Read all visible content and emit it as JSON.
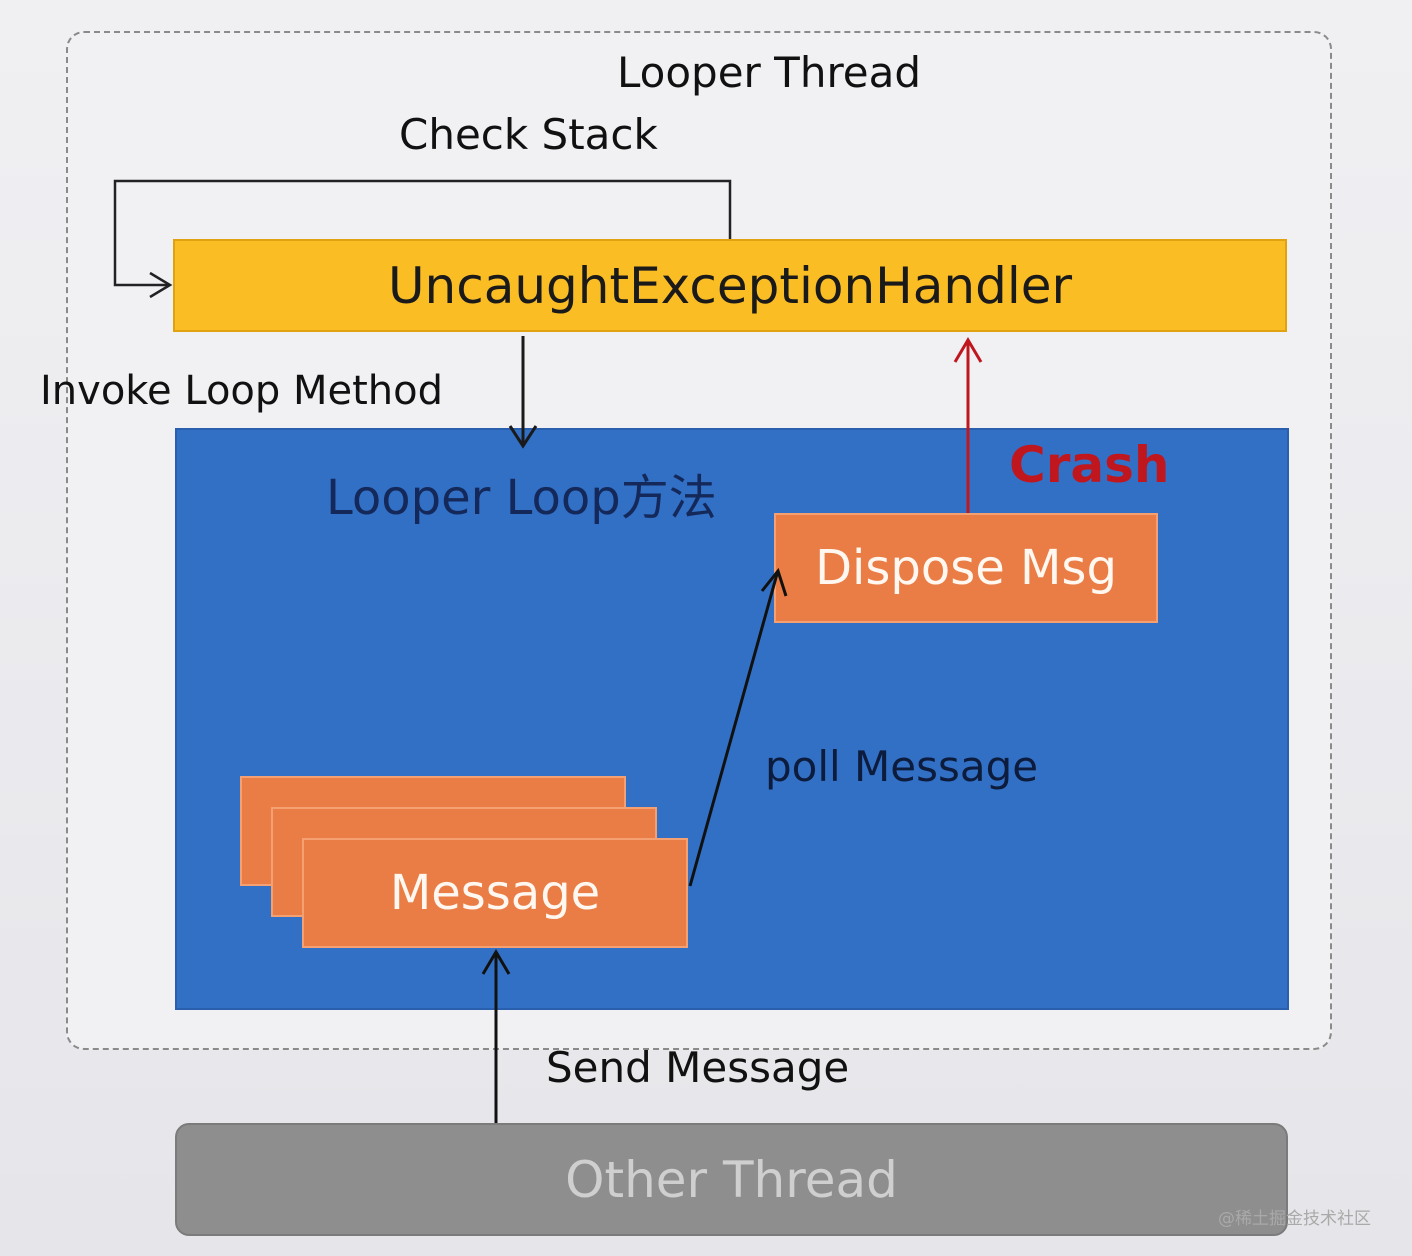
{
  "diagram": {
    "thread_label": "Looper Thread",
    "check_stack_label": "Check Stack",
    "handler_label": "UncaughtExceptionHandler",
    "invoke_label": "Invoke Loop Method",
    "loop_label": "Looper Loop方法",
    "crash_label": "Crash",
    "dispose_label": "Dispose Msg",
    "poll_label": "poll Message",
    "message_label": "Message",
    "send_label": "Send Message",
    "other_thread_label": "Other Thread",
    "watermark": "@稀土掘金技术社区"
  },
  "colors": {
    "handler": "#fbbd24",
    "loop": "#3270c6",
    "message": "#ea7d45",
    "crash": "#c0171e",
    "other_thread": "#8e8e8e",
    "loop_text": "#14295a"
  }
}
